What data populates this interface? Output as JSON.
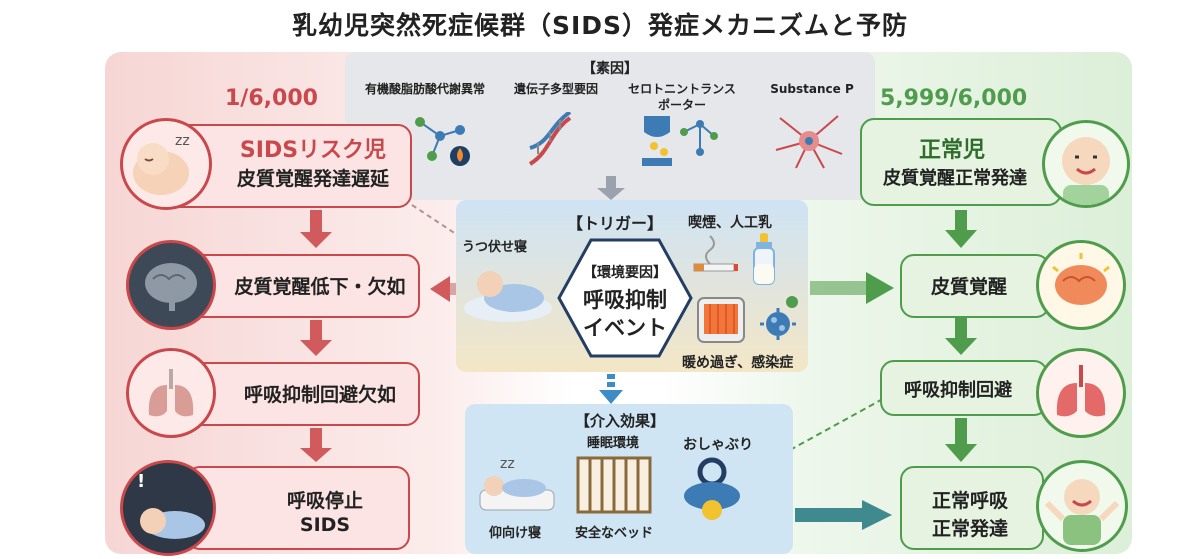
{
  "title": "乳幼児突然死症候群（SIDS）発症メカニズムと予防",
  "left": {
    "ratio": "1/6,000",
    "risk_title": "SIDSリスク児",
    "risk_subtitle": "皮質覚醒発達遅延",
    "step1": "皮質覚醒低下・欠如",
    "step2": "呼吸抑制回避欠如",
    "step3_line1": "呼吸停止",
    "step3_line2": "SIDS"
  },
  "right": {
    "ratio": "5,999/6,000",
    "normal_title": "正常児",
    "normal_subtitle": "皮質覚醒正常発達",
    "step1": "皮質覚醒",
    "step2": "呼吸抑制回避",
    "step3_line1": "正常呼吸",
    "step3_line2": "正常発達"
  },
  "factors": {
    "heading": "【素因】",
    "items": [
      "有機酸脂肪酸代謝異常",
      "遺伝子多型要因",
      "セロトニントランス",
      "ポーター",
      "Substance P"
    ]
  },
  "trigger": {
    "heading": "【トリガー】",
    "prone": "うつ伏せ寝",
    "smoking": "喫煙、人工乳",
    "env_heading": "【環境要因】",
    "event_line1": "呼吸抑制",
    "event_line2": "イベント",
    "heat": "暖め過ぎ、感染症"
  },
  "intervention": {
    "heading": "【介入効果】",
    "sleep_env": "睡眠環境",
    "pacifier": "おしゃぶり",
    "supine": "仰向け寝",
    "safe_bed": "安全なベッド"
  },
  "colors": {
    "risk_red": "#c9484c",
    "normal_green": "#4f9c4c",
    "arrow_gray": "#9aa2ad",
    "arrow_blue": "#3d8bc9"
  }
}
